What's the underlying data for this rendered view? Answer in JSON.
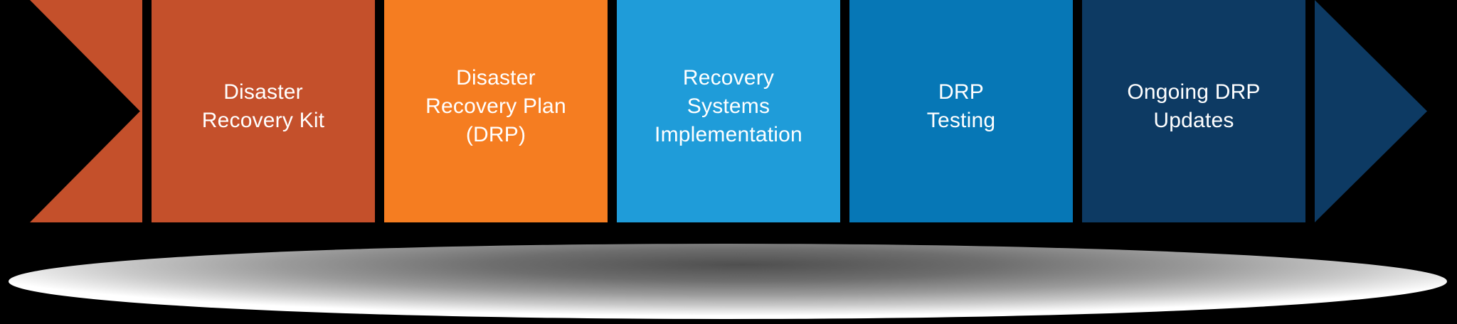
{
  "canvas": {
    "background_color": "#000000",
    "shadow_center_color": "#4f4f4f",
    "shadow_edge_color": "#ffffff"
  },
  "flow": {
    "text_color": "#ffffff",
    "start_arrow": {
      "icon": "chevron-right-icon",
      "color": "#c4502b"
    },
    "end_arrow": {
      "icon": "arrowhead-right-icon",
      "color": "#0d3a63"
    },
    "steps": [
      {
        "label": "Disaster\nRecovery Kit",
        "color": "#c4502b"
      },
      {
        "label": "Disaster\nRecovery Plan\n(DRP)",
        "color": "#f57d21"
      },
      {
        "label": "Recovery\nSystems\nImplementation",
        "color": "#1f9cd9"
      },
      {
        "label": "DRP\nTesting",
        "color": "#0677b6"
      },
      {
        "label": "Ongoing DRP\nUpdates",
        "color": "#0d3a63"
      }
    ]
  }
}
